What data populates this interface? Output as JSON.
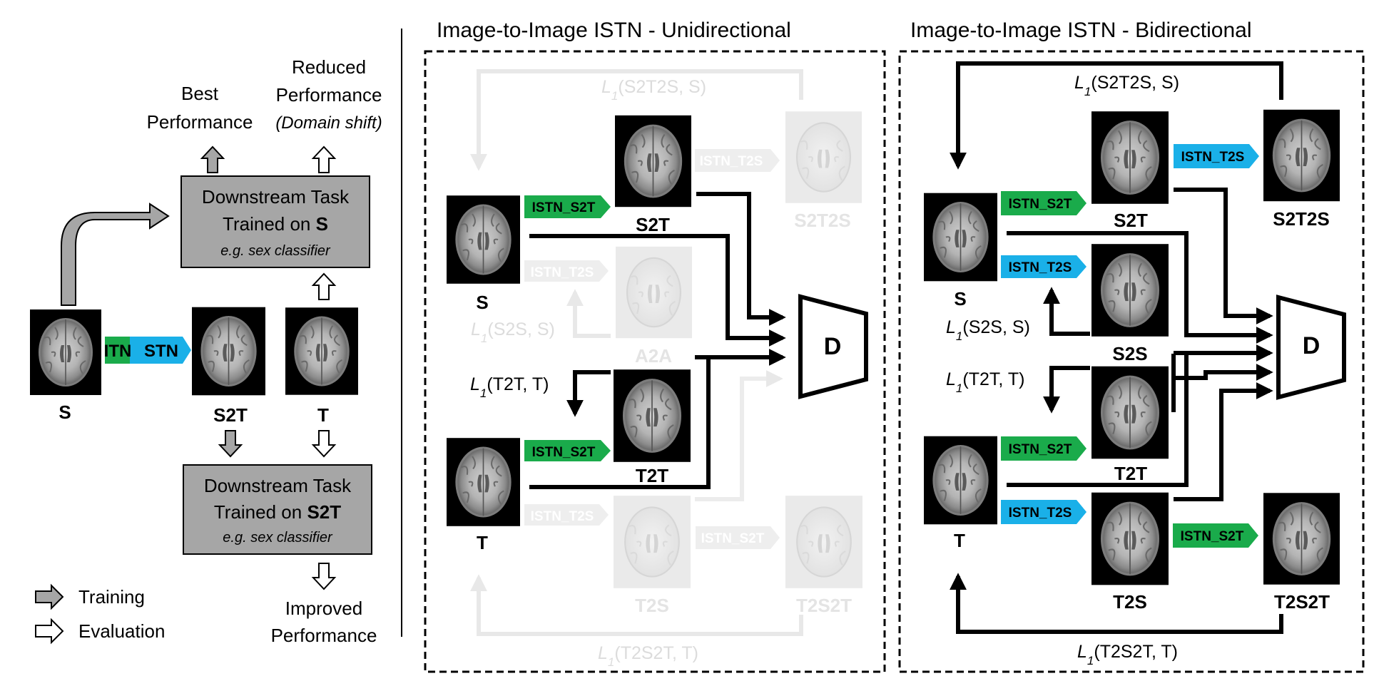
{
  "left": {
    "best": [
      "Best",
      "Performance"
    ],
    "reduced": [
      "Reduced",
      "Performance",
      "(Domain shift)"
    ],
    "box1": {
      "line1": "Downstream Task",
      "line2_prefix": "Trained on ",
      "line2_bold": "S",
      "line3": "e.g. sex classifier"
    },
    "box2": {
      "line1": "Downstream Task",
      "line2_prefix": "Trained on ",
      "line2_bold": "S2T",
      "line3": "e.g. sex classifier"
    },
    "labels": {
      "s": "S",
      "s2t": "S2T",
      "t": "T"
    },
    "itn": "ITN",
    "stn": "STN",
    "improved": [
      "Improved",
      "Performance"
    ],
    "legend": {
      "training": "Training",
      "evaluation": "Evaluation"
    }
  },
  "uni": {
    "title": "Image-to-Image ISTN - Unidirectional",
    "istn_s2t": "ISTN_S2T",
    "istn_t2s": "ISTN_T2S",
    "labels": {
      "s": "S",
      "s2t": "S2T",
      "s2t2s": "S2T2S",
      "a2a": "A2A",
      "t": "T",
      "t2t": "T2T",
      "t2s": "T2S",
      "t2s2t": "T2S2T"
    },
    "loss_s2t2s": {
      "sym": "L",
      "sub": "1",
      "args": "(S2T2S, S)"
    },
    "loss_s2s": {
      "sym": "L",
      "sub": "1",
      "args": "(S2S, S)"
    },
    "loss_t2t": {
      "sym": "L",
      "sub": "1",
      "args": "(T2T, T)"
    },
    "loss_t2s2t": {
      "sym": "L",
      "sub": "1",
      "args": "(T2S2T, T)"
    },
    "d": "D"
  },
  "bi": {
    "title": "Image-to-Image ISTN - Bidirectional",
    "istn_s2t": "ISTN_S2T",
    "istn_t2s": "ISTN_T2S",
    "labels": {
      "s": "S",
      "s2t": "S2T",
      "s2t2s": "S2T2S",
      "s2s": "S2S",
      "t": "T",
      "t2t": "T2T",
      "t2s": "T2S",
      "t2s2t": "T2S2T"
    },
    "loss_s2t2s": {
      "sym": "L",
      "sub": "1",
      "args": "(S2T2S, S)"
    },
    "loss_s2s": {
      "sym": "L",
      "sub": "1",
      "args": "(S2S, S)"
    },
    "loss_t2t": {
      "sym": "L",
      "sub": "1",
      "args": "(T2T, T)"
    },
    "loss_t2s2t": {
      "sym": "L",
      "sub": "1",
      "args": "(T2S2T, T)"
    },
    "d": "D"
  },
  "colors": {
    "green": "#1aab4b",
    "blue": "#1ab0e8",
    "gray_box": "#a6a6a6",
    "faded": "#e6e6e6",
    "faded_text": "#dcdcdc"
  }
}
